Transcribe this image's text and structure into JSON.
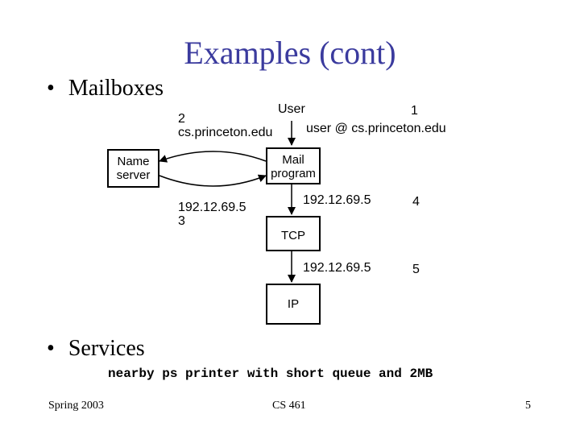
{
  "slide": {
    "title": "Examples (cont)",
    "bullets": [
      {
        "symbol": "•",
        "text": "Mailboxes"
      },
      {
        "symbol": "•",
        "text": "Services"
      }
    ],
    "code_line": "nearby ps printer with short queue and 2MB"
  },
  "diagram": {
    "user_label": "User",
    "step1": "1",
    "user_address": "user @ cs.princeton.edu",
    "step2": "2",
    "query_name": "cs.princeton.edu",
    "name_server_line1": "Name",
    "name_server_line2": "server",
    "mail_program_line1": "Mail",
    "mail_program_line2": "program",
    "reply_ip": "192.12.69.5",
    "step3": "3",
    "ip_to_tcp": "192.12.69.5",
    "step4": "4",
    "tcp_label": "TCP",
    "ip_to_ip": "192.12.69.5",
    "step5": "5",
    "ip_label": "IP"
  },
  "footer": {
    "left": "Spring 2003",
    "center": "CS 461",
    "page": "5"
  }
}
